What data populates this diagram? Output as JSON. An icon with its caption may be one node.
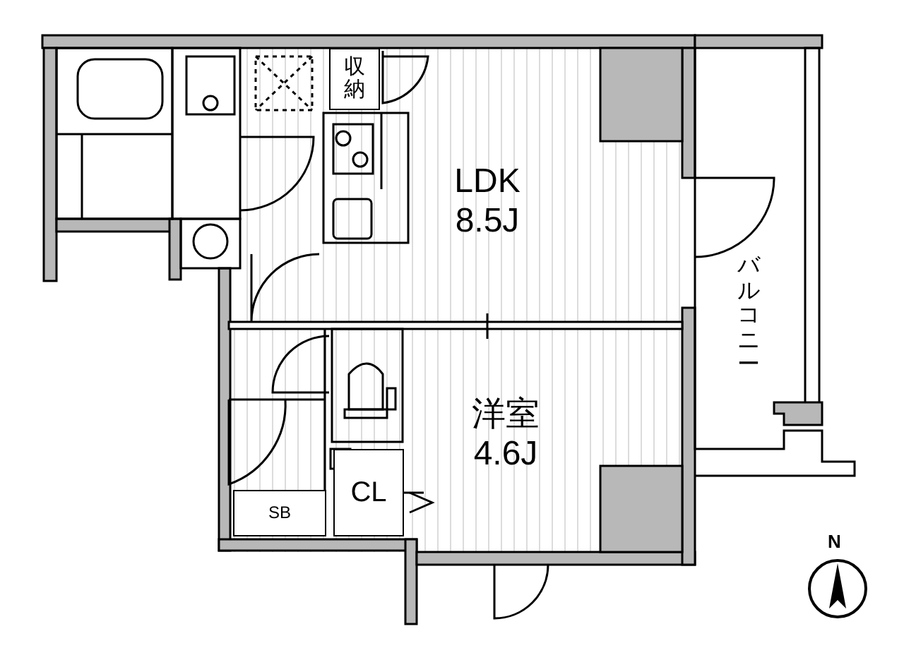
{
  "diagram": {
    "nodes": [
      {
        "text": [
          "収納"
        ]
      },
      {
        "text": [
          "LDK 8.5J"
        ]
      },
      {
        "text": [
          "洋室 4.6J"
        ]
      },
      {
        "text": [
          "SB"
        ]
      },
      {
        "text": [
          "CL"
        ]
      },
      {
        "text": [
          "バルコニー"
        ]
      }
    ],
    "labels": [
      "N"
    ]
  }
}
